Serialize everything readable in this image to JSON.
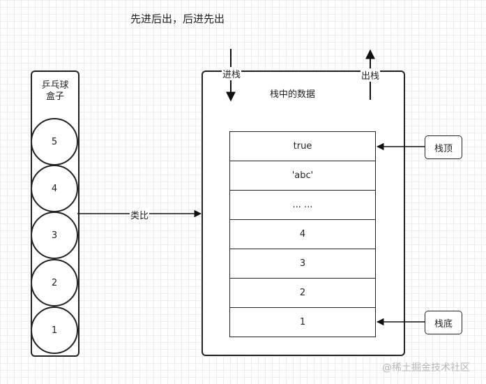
{
  "title": "先进后出，后进先出",
  "ping_pong_box": {
    "label_line1": "乒乓球",
    "label_line2": "盒子",
    "balls": [
      "5",
      "4",
      "3",
      "2",
      "1"
    ]
  },
  "analogy_label": "类比",
  "stack": {
    "title": "栈中的数据",
    "push_label": "进栈",
    "pop_label": "出栈",
    "cells": [
      "true",
      "'abc'",
      "... ...",
      "4",
      "3",
      "2",
      "1"
    ],
    "top_label": "栈顶",
    "bottom_label": "栈底"
  },
  "watermark": "@稀土掘金技术社区"
}
